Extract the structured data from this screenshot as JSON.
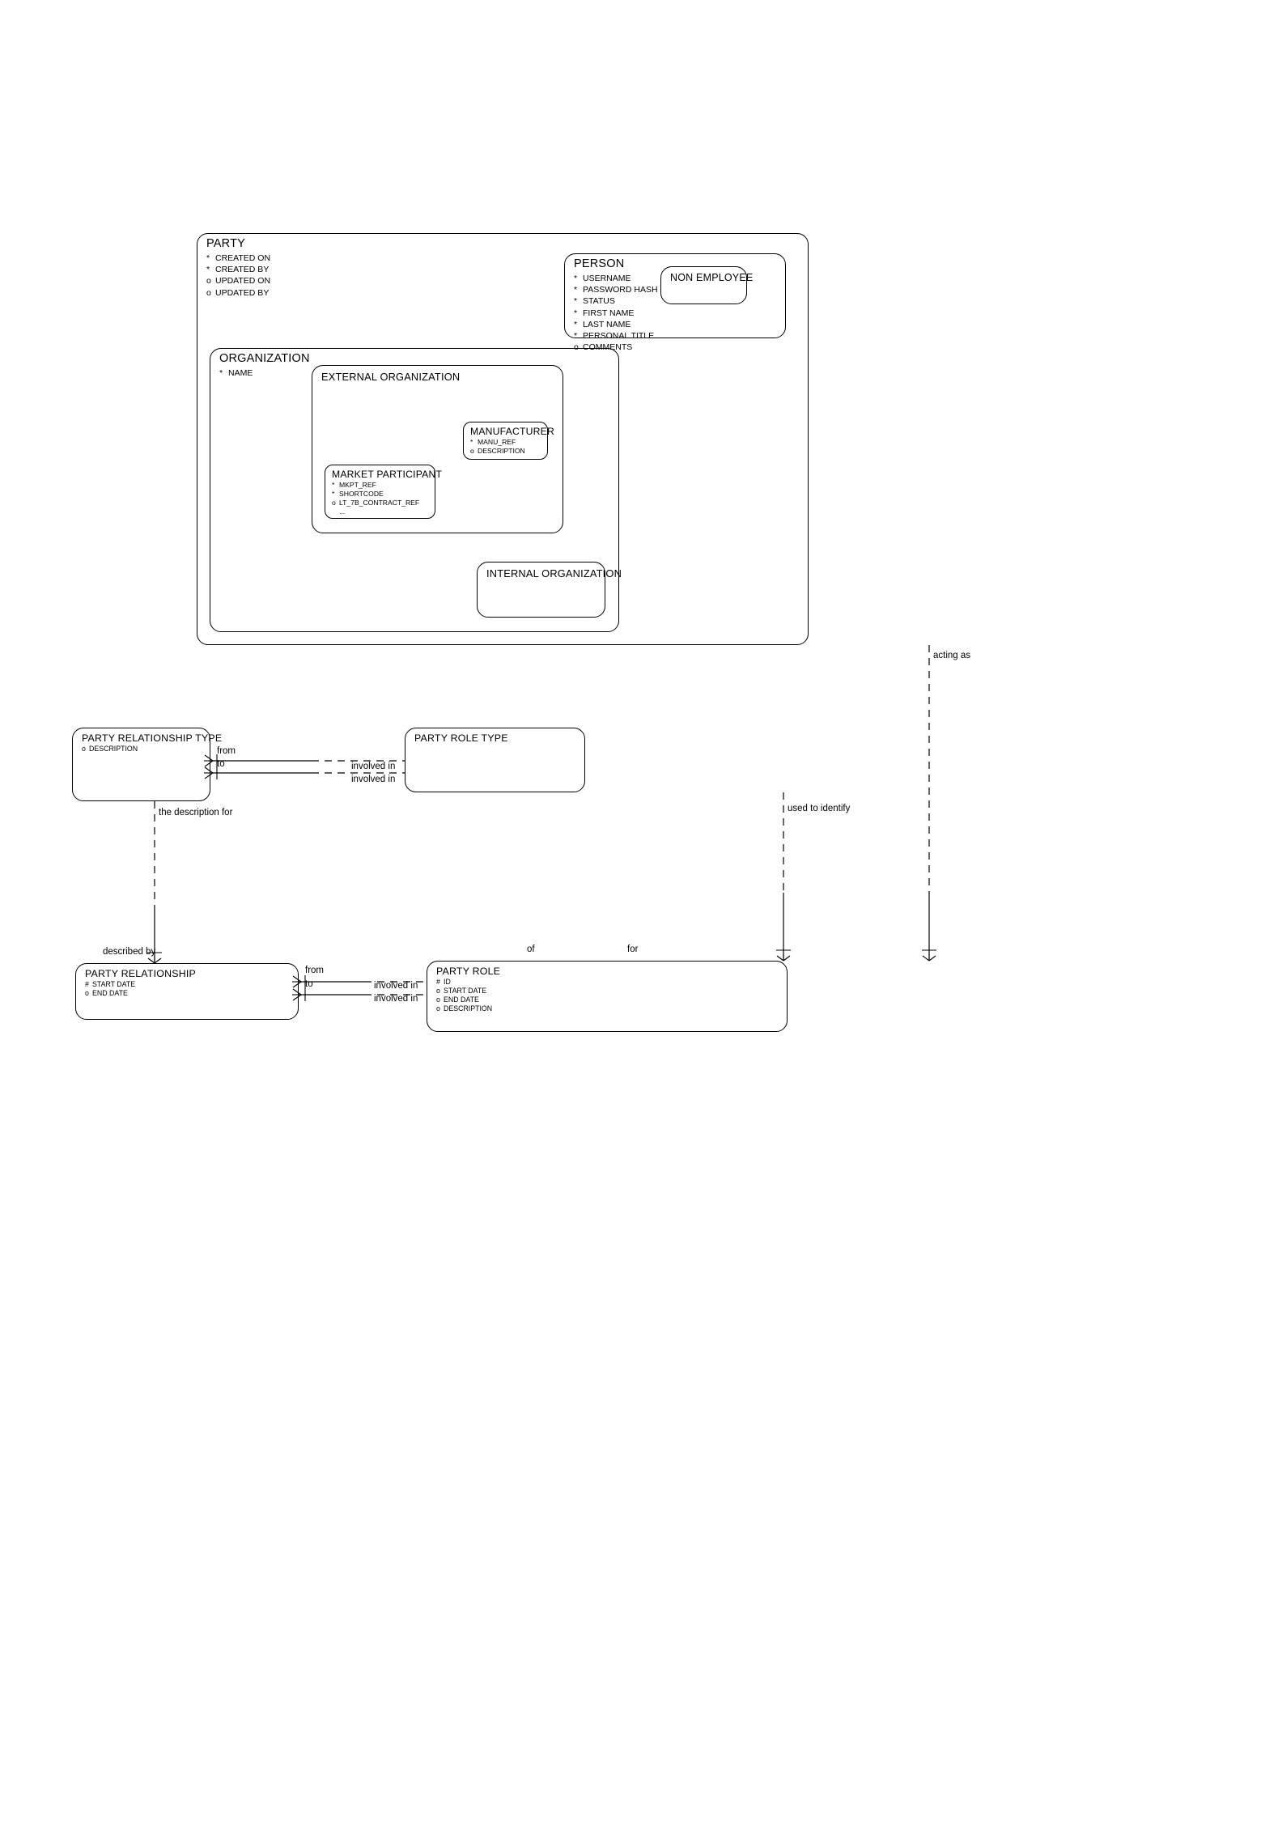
{
  "diagram": {
    "type": "entity-relationship-diagram",
    "notation": "barker",
    "background_color": "#ffffff",
    "line_color": "#000000",
    "legend": {
      "mandatory_attribute_mark": "*",
      "optional_attribute_mark": "o",
      "primary_key_mark": "#",
      "more_attributes_mark": "..."
    }
  },
  "entities": {
    "party": {
      "name": "PARTY",
      "attributes": [
        {
          "mark": "*",
          "label": "CREATED ON"
        },
        {
          "mark": "*",
          "label": "CREATED BY"
        },
        {
          "mark": "o",
          "label": "UPDATED ON"
        },
        {
          "mark": "o",
          "label": "UPDATED BY"
        }
      ]
    },
    "person": {
      "name": "PERSON",
      "attributes": [
        {
          "mark": "*",
          "label": "USERNAME"
        },
        {
          "mark": "*",
          "label": "PASSWORD HASH"
        },
        {
          "mark": "*",
          "label": "STATUS"
        },
        {
          "mark": "*",
          "label": "FIRST NAME"
        },
        {
          "mark": "*",
          "label": "LAST NAME"
        },
        {
          "mark": "*",
          "label": "PERSONAL TITLE"
        },
        {
          "mark": "o",
          "label": "COMMENTS"
        }
      ]
    },
    "non_employee": {
      "name": "NON EMPLOYEE",
      "attributes": []
    },
    "organization": {
      "name": "ORGANIZATION",
      "attributes": [
        {
          "mark": "*",
          "label": "NAME"
        }
      ]
    },
    "external_organization": {
      "name": "EXTERNAL ORGANIZATION",
      "attributes": []
    },
    "manufacturer": {
      "name": "MANUFACTURER",
      "attributes": [
        {
          "mark": "*",
          "label": "MANU_REF"
        },
        {
          "mark": "o",
          "label": "DESCRIPTION"
        }
      ]
    },
    "market_participant": {
      "name": "MARKET PARTICIPANT",
      "attributes": [
        {
          "mark": "*",
          "label": "MKPT_REF"
        },
        {
          "mark": "*",
          "label": "SHORTCODE"
        },
        {
          "mark": "o",
          "label": "LT_7B_CONTRACT_REF"
        },
        {
          "mark": "",
          "label": "..."
        }
      ]
    },
    "internal_organization": {
      "name": "INTERNAL ORGANIZATION",
      "attributes": []
    },
    "party_relationship_type": {
      "name": "PARTY RELATIONSHIP TYPE",
      "attributes": [
        {
          "mark": "o",
          "label": "DESCRIPTION"
        }
      ]
    },
    "party_role_type": {
      "name": "PARTY ROLE TYPE",
      "attributes": []
    },
    "party_relationship": {
      "name": "PARTY RELATIONSHIP",
      "attributes": [
        {
          "mark": "#",
          "label": "START DATE"
        },
        {
          "mark": "o",
          "label": "END DATE"
        }
      ]
    },
    "party_role": {
      "name": "PARTY ROLE",
      "attributes": [
        {
          "mark": "#",
          "label": "ID"
        },
        {
          "mark": "o",
          "label": "START DATE"
        },
        {
          "mark": "o",
          "label": "END DATE"
        },
        {
          "mark": "o",
          "label": "DESCRIPTION"
        }
      ]
    }
  },
  "relationship_labels": {
    "acting_as": "acting as",
    "prt_from": "from",
    "prt_to": "to",
    "prt_involved_in_1": "involved in",
    "prt_involved_in_2": "involved in",
    "the_description_for": "the description for",
    "used_to_identify": "used to identify",
    "described_by": "described by",
    "pr_from": "from",
    "pr_to": "to",
    "pr_involved_in_1": "involved in",
    "pr_involved_in_2": "involved in",
    "of": "of",
    "for": "for"
  }
}
